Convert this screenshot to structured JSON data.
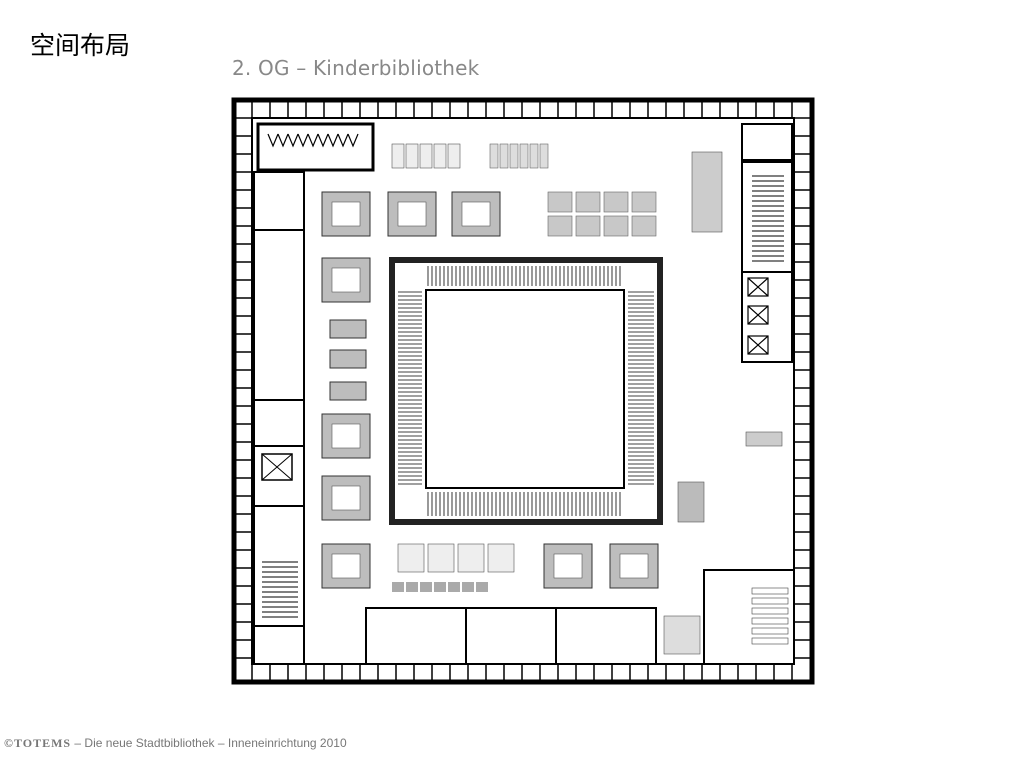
{
  "slide": {
    "title": "空间布局",
    "subtitle": "2. OG – Kinderbibliothek"
  },
  "footer": {
    "brand": "©TOTEMS",
    "text": " – Die neue Stadtbibliothek – Inneneinrichtung 2010"
  }
}
